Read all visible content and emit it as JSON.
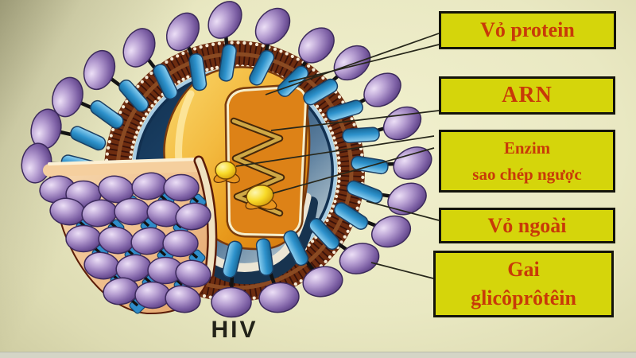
{
  "diagram": {
    "subject": "HIV virus structure cross-section",
    "caption": "HIV"
  },
  "labels": {
    "vo_protein": "Vỏ protein",
    "arn": "ARN",
    "enzim_line1": "Enzim",
    "enzim_line2": "sao chép ngược",
    "vo_ngoai": "Vỏ ngoài",
    "gai_line1": "Gai",
    "gai_line2": "glicôprôtêin"
  },
  "colors": {
    "label_bg": "#d5d50b",
    "label_border": "#14140a",
    "label_text": "#c83a08",
    "background": "#e9e8c2",
    "pointer_line": "#26261a",
    "membrane_brown": "#6e2d10",
    "membrane_stripe": "#38120a",
    "lipid_dot": "#f4ead6",
    "spike_blue": "#2f8cc9",
    "knob_purple": "#7c5fa4",
    "matrix_navy": "#16395e",
    "capsid_gold": "#eeab32",
    "core_orange": "#dd8217",
    "ribbon_gold": "#cfa845",
    "enzyme_yellow": "#f2cf1a",
    "flap_peach": "#efc08f",
    "caption_text": "#222218"
  }
}
